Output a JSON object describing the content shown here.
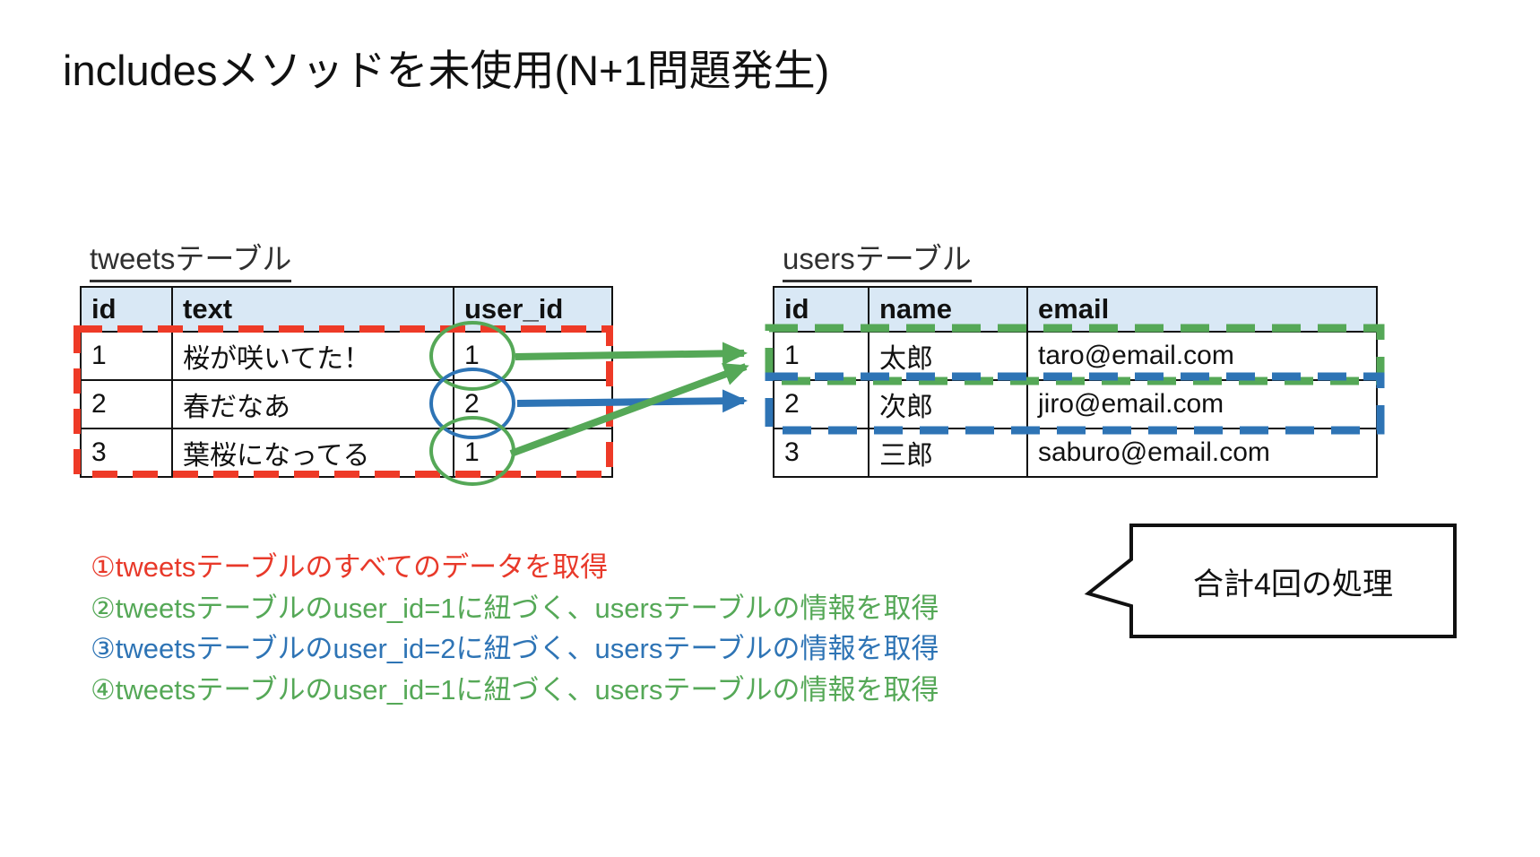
{
  "title": "includesメソッドを未使用(N+1問題発生)",
  "tweets_table": {
    "label": "tweetsテーブル",
    "headers": [
      "id",
      "text",
      "user_id"
    ],
    "rows": [
      {
        "id": "1",
        "text": "桜が咲いてた！",
        "user_id": "1"
      },
      {
        "id": "2",
        "text": "春だなあ",
        "user_id": "2"
      },
      {
        "id": "3",
        "text": "葉桜になってる",
        "user_id": "1"
      }
    ]
  },
  "users_table": {
    "label": "usersテーブル",
    "headers": [
      "id",
      "name",
      "email"
    ],
    "rows": [
      {
        "id": "1",
        "name": "太郎",
        "email": "taro@email.com"
      },
      {
        "id": "2",
        "name": "次郎",
        "email": "jiro@email.com"
      },
      {
        "id": "3",
        "name": "三郎",
        "email": "saburo@email.com"
      }
    ]
  },
  "callout": {
    "text": "合計4回の処理"
  },
  "steps": [
    {
      "text": "①tweetsテーブルのすべてのデータを取得",
      "color": "#e8392a"
    },
    {
      "text": "②tweetsテーブルのuser_id=1に紐づく、usersテーブルの情報を取得",
      "color": "#55a857"
    },
    {
      "text": "③tweetsテーブルのuser_id=2に紐づく、usersテーブルの情報を取得",
      "color": "#2e74b5"
    },
    {
      "text": "④tweetsテーブルのuser_id=1に紐づく、usersテーブルの情報を取得",
      "color": "#55a857"
    }
  ],
  "colors": {
    "red_dash": "#ee3a27",
    "green": "#55a857",
    "blue": "#2e74b5",
    "header_bg": "#d9e8f5",
    "border": "#111111"
  }
}
